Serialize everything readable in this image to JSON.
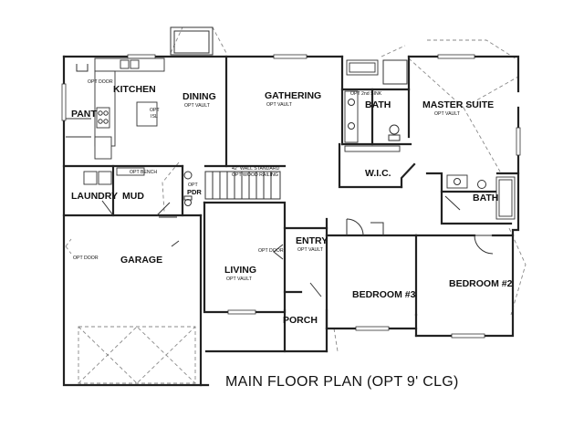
{
  "plan": {
    "caption": "MAIN FLOOR PLAN (OPT 9' CLG)",
    "rooms": {
      "kitchen": "KITCHEN",
      "pantry": "PANT",
      "dining": "DINING",
      "gathering": "GATHERING",
      "bath_main": "BATH",
      "master_suite": "MASTER SUITE",
      "wic": "W.I.C.",
      "bath_2": "BATH",
      "laundry": "LAUNDRY",
      "mud": "MUD",
      "pdr": "PDR",
      "garage": "GARAGE",
      "living": "LIVING",
      "entry": "ENTRY",
      "bedroom_3": "BEDROOM #3",
      "bedroom_2": "BEDROOM #2",
      "porch": "PORCH"
    },
    "notes": {
      "opt_door_kitchen": "OPT DOOR",
      "opt_vault_dining": "OPT VAULT",
      "opt_vault_gathering": "OPT VAULT",
      "opt_vault_master": "OPT VAULT",
      "opt_island_1": "OPT",
      "opt_island_2": "ISL",
      "opt_2nd_sink": "OPT 2nd SINK",
      "opt_bench": "OPT BENCH",
      "opt_pdr": "OPT",
      "wall_standard": "42\" WALL STANDARD",
      "opt_wood_railing": "OPT WOOD RAILING",
      "opt_door_garage": "OPT DOOR",
      "opt_door_living": "OPT DOOR",
      "opt_vault_living": "OPT VAULT",
      "opt_vault_entry": "OPT VAULT"
    }
  }
}
